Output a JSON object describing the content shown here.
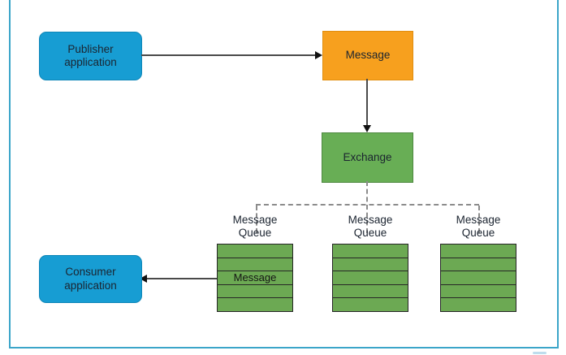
{
  "colors": {
    "frame": "#3BA5C9",
    "node-blue": "#179DD3",
    "node-blue-border": "#0E86B8",
    "node-orange": "#F7A01E",
    "node-orange-border": "#E08E10",
    "node-green": "#68AE55",
    "node-green-border": "#4E8840",
    "queue-green": "#6CA953",
    "line": "#4A4A4A",
    "arrowhead": "#111111",
    "dashed": "#8C8C8C",
    "text": "#1B2430"
  },
  "nodes": {
    "publisher": "Publisher\napplication",
    "message": "Message",
    "exchange": "Exchange",
    "consumer": "Consumer\napplication"
  },
  "queues": [
    {
      "label": "Message\nQueue",
      "rows": [
        "",
        "",
        "Message",
        "",
        ""
      ]
    },
    {
      "label": "Message\nQueue",
      "rows": [
        "",
        "",
        "",
        "",
        ""
      ]
    },
    {
      "label": "Message\nQueue",
      "rows": [
        "",
        "",
        "",
        "",
        ""
      ]
    }
  ]
}
